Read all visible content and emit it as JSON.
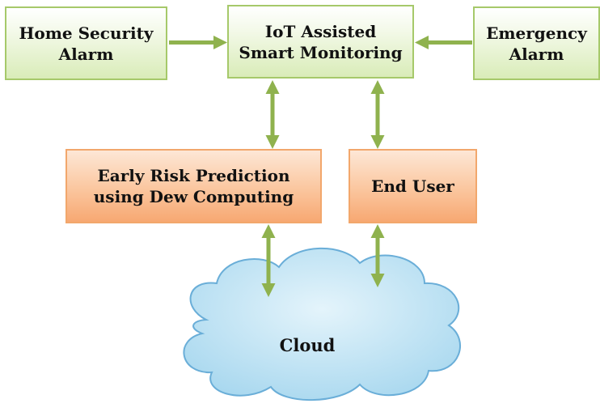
{
  "nodes": {
    "home_security": {
      "line1": "Home Security",
      "line2": "Alarm"
    },
    "iot": {
      "line1": "IoT Assisted",
      "line2": "Smart Monitoring"
    },
    "emergency": {
      "line1": "Emergency",
      "line2": "Alarm"
    },
    "early_risk": {
      "line1": "Early Risk Prediction",
      "line2": "using Dew Computing"
    },
    "end_user": {
      "line1": "End User"
    },
    "cloud": {
      "label": "Cloud"
    }
  },
  "edges": [
    {
      "from": "home_security",
      "to": "iot",
      "direction": "one-way"
    },
    {
      "from": "emergency",
      "to": "iot",
      "direction": "one-way"
    },
    {
      "from": "iot",
      "to": "early_risk",
      "direction": "two-way"
    },
    {
      "from": "iot",
      "to": "end_user",
      "direction": "two-way"
    },
    {
      "from": "early_risk",
      "to": "cloud",
      "direction": "two-way"
    },
    {
      "from": "end_user",
      "to": "cloud",
      "direction": "two-way"
    }
  ],
  "colors": {
    "arrow": "#8fb24e",
    "green_fill": "#d9ecb8",
    "green_border": "#a6c96a",
    "orange_fill": "#f7a872",
    "orange_border": "#f2a76c",
    "cloud_fill": "#bfe4f4",
    "cloud_border": "#6aaed8"
  }
}
